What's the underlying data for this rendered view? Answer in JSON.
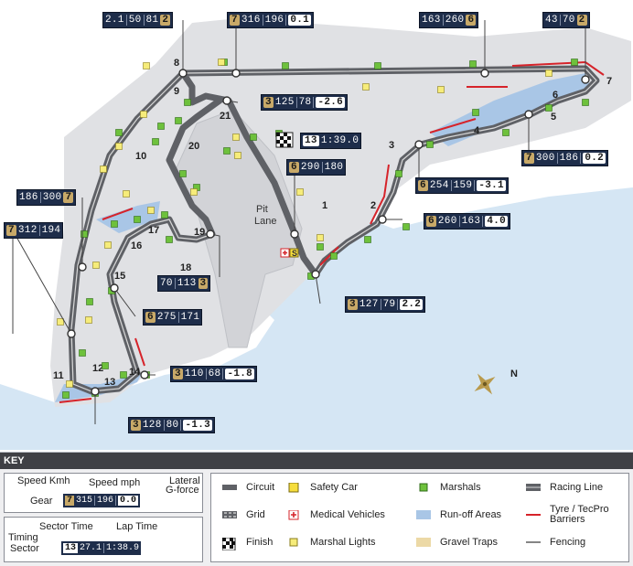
{
  "map": {
    "turns": [
      "1",
      "2",
      "3",
      "4",
      "5",
      "6",
      "7",
      "8",
      "9",
      "10",
      "11",
      "12",
      "13",
      "14",
      "15",
      "16",
      "17",
      "18",
      "19",
      "20",
      "21"
    ],
    "pit_label": [
      "Pit",
      "Lane"
    ],
    "timing_flag": "13",
    "lap_time": "1:39.0",
    "compass": "N",
    "safety_car_marker": "S",
    "gear_boxes": [
      {
        "gear": "2",
        "kmh": "50",
        "mph": "81",
        "lead": "2.1",
        "order": "lead-first"
      },
      {
        "gear": "7",
        "kmh": "316",
        "mph": "196",
        "g": "0.1"
      },
      {
        "kmh": "163",
        "mph": "260",
        "gear": "6"
      },
      {
        "kmh": "43",
        "mph": "70",
        "gear": "2"
      },
      {
        "gear": "3",
        "kmh": "125",
        "mph": "78",
        "g": "-2.6"
      },
      {
        "gear": "6",
        "kmh": "290",
        "mph": "180"
      },
      {
        "kmh": "186",
        "mph": "300",
        "gear": "7"
      },
      {
        "gear": "7",
        "kmh": "312",
        "mph": "194"
      },
      {
        "gear": "6",
        "kmh": "254",
        "mph": "159",
        "g": "-3.1"
      },
      {
        "gear": "7",
        "kmh": "300",
        "mph": "186",
        "g": "0.2"
      },
      {
        "gear": "6",
        "kmh": "260",
        "mph": "163",
        "g": "4.0"
      },
      {
        "kmh": "70",
        "mph": "113",
        "gear": "3"
      },
      {
        "gear": "6",
        "kmh": "275",
        "mph": "171"
      },
      {
        "gear": "3",
        "kmh": "127",
        "mph": "79",
        "g": "2.2"
      },
      {
        "gear": "3",
        "kmh": "110",
        "mph": "68",
        "g": "-1.8"
      },
      {
        "gear": "3",
        "kmh": "128",
        "mph": "80",
        "g": "-1.3"
      }
    ]
  },
  "key": {
    "title": "KEY",
    "speed_kmh": "Speed Kmh",
    "speed_mph": "Speed mph",
    "lateral": [
      "Lateral",
      "G-force"
    ],
    "gear": "Gear",
    "sample_gear": {
      "gear": "7",
      "kmh": "315",
      "mph": "196",
      "g": "0.0"
    },
    "sector_time": "Sector Time",
    "lap_time": "Lap Time",
    "timing": "Timing",
    "sector": "Sector",
    "sample_timing": {
      "sector": "13",
      "sector_time": "27.1",
      "lap_time": "1:38.9"
    },
    "legend": [
      {
        "label": "Circuit",
        "icon": "circuit"
      },
      {
        "label": "Grid",
        "icon": "grid"
      },
      {
        "label": "Finish",
        "icon": "finish"
      },
      {
        "label": "Safety Car",
        "icon": "safety-car"
      },
      {
        "label": "Medical Vehicles",
        "icon": "medical"
      },
      {
        "label": "Marshal Lights",
        "icon": "marshal-light"
      },
      {
        "label": "Marshals",
        "icon": "marshal"
      },
      {
        "label": "Run-off Areas",
        "icon": "run-off"
      },
      {
        "label": "Gravel Traps",
        "icon": "gravel"
      },
      {
        "label": "Racing Line",
        "icon": "racing-line"
      },
      {
        "label": "Tyre / TecPro Barriers",
        "icon": "tyre-barrier"
      },
      {
        "label": "Fencing",
        "icon": "fencing"
      }
    ],
    "colors": {
      "circuit": "#5f6166",
      "runoff": "#a9c6e6",
      "water": "#d5e6f4",
      "marshal": "#6ec13c",
      "light": "#f6ec7a",
      "gravel": "#ecd9a6",
      "barrier": "#d6232a",
      "boxbg": "#1e2d4a",
      "gearbg": "#c8a968"
    }
  }
}
